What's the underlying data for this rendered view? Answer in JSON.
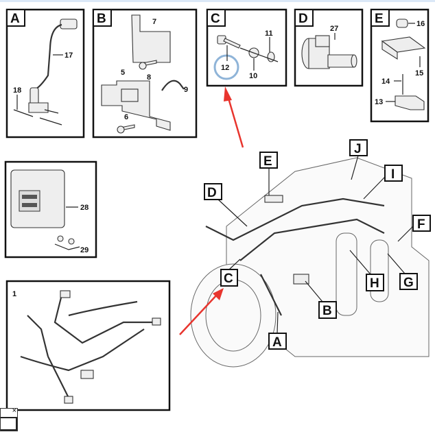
{
  "panels": {
    "A": {
      "tag": "A",
      "parts": [
        "17",
        "18"
      ]
    },
    "B": {
      "tag": "B",
      "parts": [
        "7",
        "8",
        "5",
        "9",
        "6"
      ]
    },
    "C": {
      "tag": "C",
      "parts": [
        "11",
        "12",
        "10"
      ]
    },
    "D": {
      "tag": "D",
      "parts": [
        "27"
      ]
    },
    "E": {
      "tag": "E",
      "parts": [
        "16",
        "15",
        "14",
        "13"
      ]
    },
    "ecu": {
      "parts": [
        "28",
        "29"
      ]
    },
    "harness": {
      "parts": [
        "1"
      ]
    }
  },
  "engine_callouts": [
    "E",
    "J",
    "D",
    "I",
    "F",
    "C",
    "H",
    "G",
    "B",
    "A"
  ],
  "highlight": {
    "part": "12",
    "circle_color": "#8fb4d8",
    "arrow_color": "#e8352e"
  },
  "mini_window": {
    "close_icon": "×"
  }
}
